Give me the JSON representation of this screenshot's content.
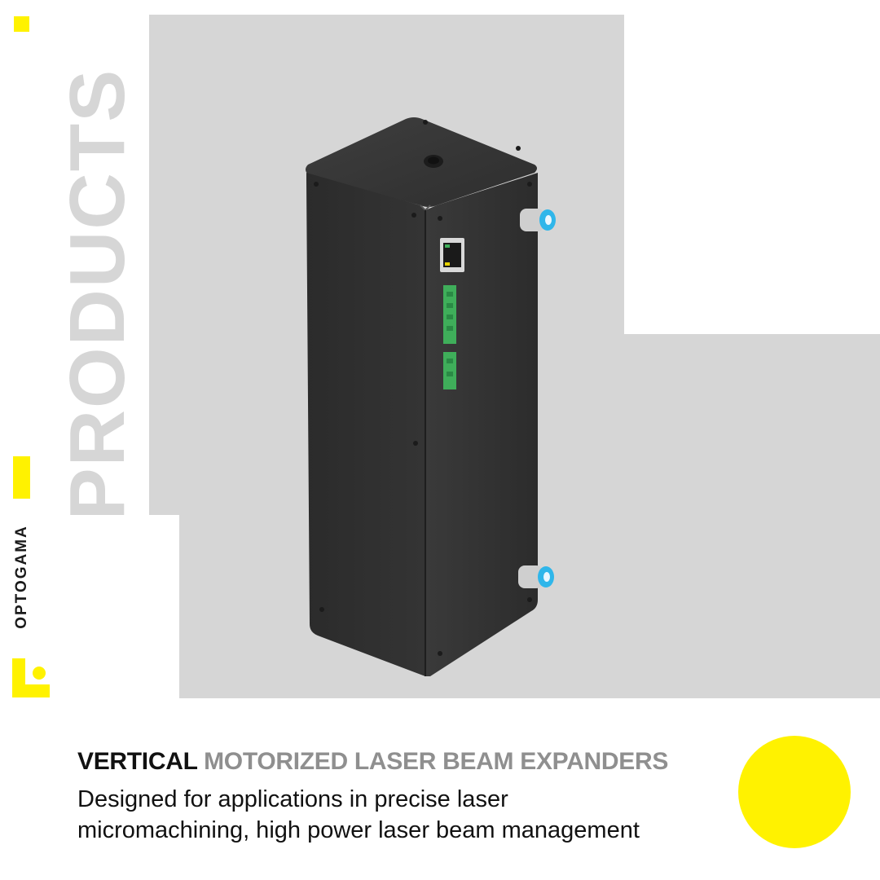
{
  "side_label": "PRODUCTS",
  "brand": {
    "name": "OPTOGAMA",
    "logo_icon": "optogama-logo-icon"
  },
  "headline": {
    "strong": "VERTICAL",
    "muted": "MOTORIZED LASER BEAM EXPANDERS"
  },
  "description": {
    "line1": "Designed for applications in precise laser",
    "line2": "micromachining, high power laser beam management"
  },
  "colors": {
    "accent_yellow": "#fff200",
    "backdrop_grey": "#d6d6d6",
    "muted_text": "#8f8f8f",
    "product_body": "#2f2f2f",
    "connector_green": "#3fae5a",
    "fitting_blue": "#2fb6ea"
  }
}
